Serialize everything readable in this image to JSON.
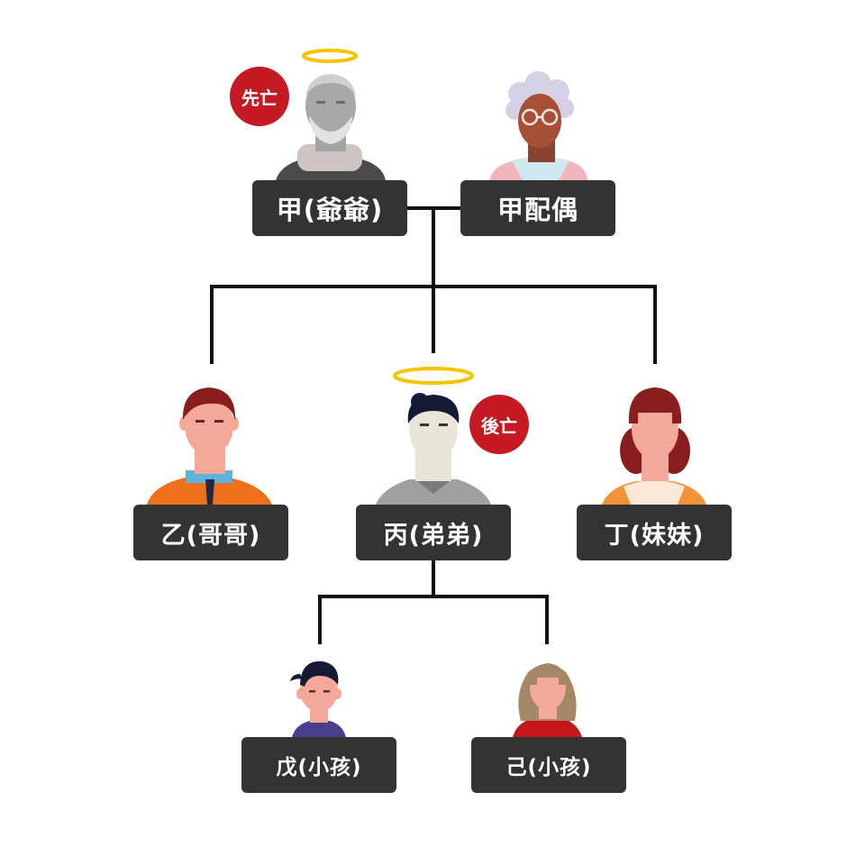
{
  "people": {
    "grandfather": {
      "label": "甲(爺爺)",
      "status": "先亡"
    },
    "grandmother": {
      "label": "甲配偶"
    },
    "elder_brother": {
      "label": "乙(哥哥)"
    },
    "younger_brother": {
      "label": "丙(弟弟)",
      "status": "後亡"
    },
    "younger_sister": {
      "label": "丁(妹妹)"
    },
    "child_1": {
      "label": "戊(小孩)"
    },
    "child_2": {
      "label": "己(小孩)"
    }
  },
  "colors": {
    "label_bg": "#333333",
    "badge": "#c51a24",
    "halo": "#f5c400",
    "connector": "#111111"
  }
}
